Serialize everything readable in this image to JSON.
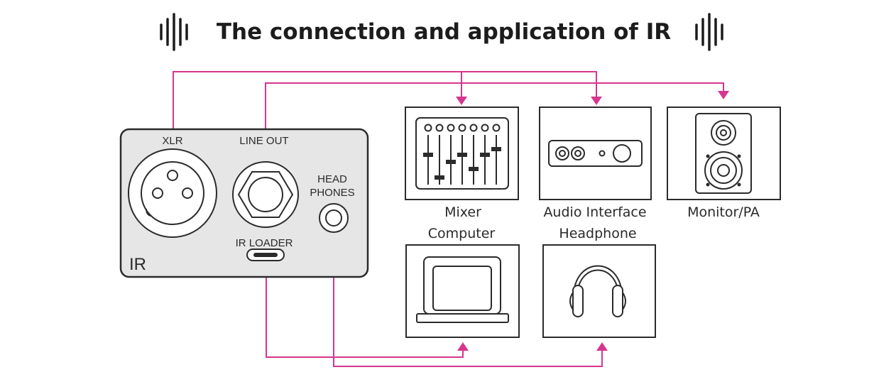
{
  "title": "The connection and application of IR",
  "icons": {
    "sound_wave_left": "sound-wave-icon",
    "sound_wave_right": "sound-wave-icon"
  },
  "colors": {
    "wire": "#d6368f",
    "panel_fill": "#e6e6e6",
    "outline": "#2b2b2b"
  },
  "ir_unit": {
    "name": "IR",
    "ports": {
      "xlr": "XLR",
      "line_out": "LINE OUT",
      "headphones_line1": "HEAD",
      "headphones_line2": "PHONES",
      "ir_loader": "IR LOADER"
    }
  },
  "devices": {
    "mixer": "Mixer",
    "audio_interface": "Audio Interface",
    "monitor_pa": "Monitor/PA",
    "computer": "Computer",
    "headphone": "Headphone"
  }
}
